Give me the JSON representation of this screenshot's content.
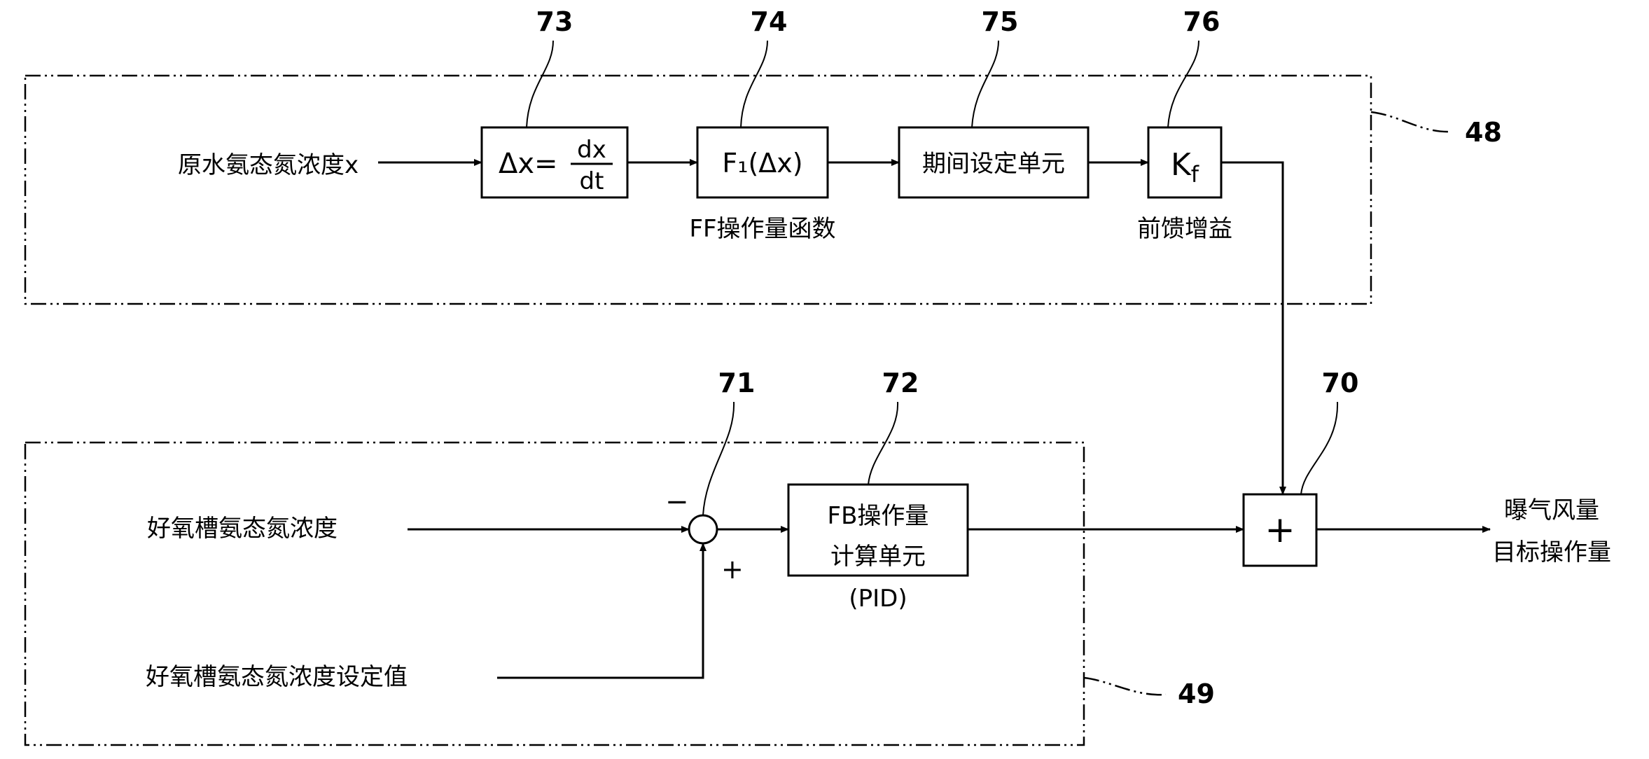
{
  "refs": {
    "r48": "48",
    "r49": "49",
    "r70": "70",
    "r71": "71",
    "r72": "72",
    "r73": "73",
    "r74": "74",
    "r75": "75",
    "r76": "76"
  },
  "feedforward": {
    "input_label": "原水氨态氮浓度x",
    "b73": {
      "lhs": "Δx=",
      "num": "dx",
      "den": "dt"
    },
    "b74": {
      "text": "F₁(Δx)",
      "caption": "FF操作量函数"
    },
    "b75": {
      "text": "期间设定单元"
    },
    "b76": {
      "k": "K",
      "sub": "f",
      "caption": "前馈增益"
    }
  },
  "feedback": {
    "input_label": "好氧槽氨态氮浓度",
    "setpoint_label": "好氧槽氨态氮浓度设定值",
    "sign_minus": "−",
    "sign_plus": "+",
    "b72": {
      "line1": "FB操作量",
      "line2": "计算单元",
      "caption": "(PID)"
    }
  },
  "adder": {
    "symbol": "+"
  },
  "output": {
    "line1": "曝气风量",
    "line2": "目标操作量"
  }
}
